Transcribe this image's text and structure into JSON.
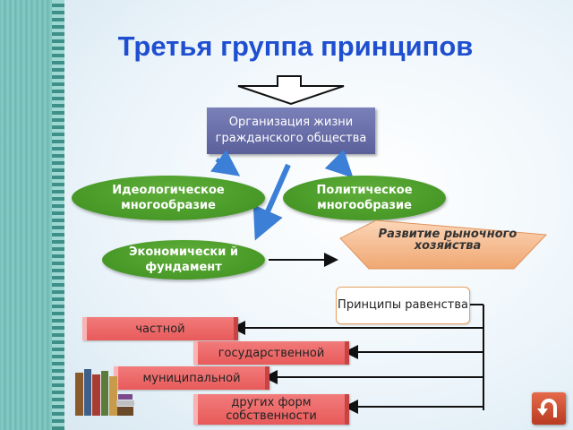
{
  "title": "Третья группа принципов",
  "diagram": {
    "top_box": "Организация жизни гражданского общества",
    "ovals": {
      "ideological": "Идеологическое многообразие",
      "political": "Политическое многообразие",
      "economic": "Экономически й фундамент"
    },
    "market": "Развитие рыночного хозяйства",
    "equality": "Принципы равенства",
    "forms": {
      "private": "частной",
      "state": "государственной",
      "municipal": "муниципальной",
      "other": "других форм собственности"
    }
  },
  "colors": {
    "title": "#1f4fd0",
    "top_box": "#6a70aa",
    "ovals": "#4a9a28",
    "market": "#f5b98a",
    "scrolls": "#ec6666",
    "arrows": "#3b7fd6"
  },
  "icons": [
    "books-icon",
    "return-icon"
  ]
}
